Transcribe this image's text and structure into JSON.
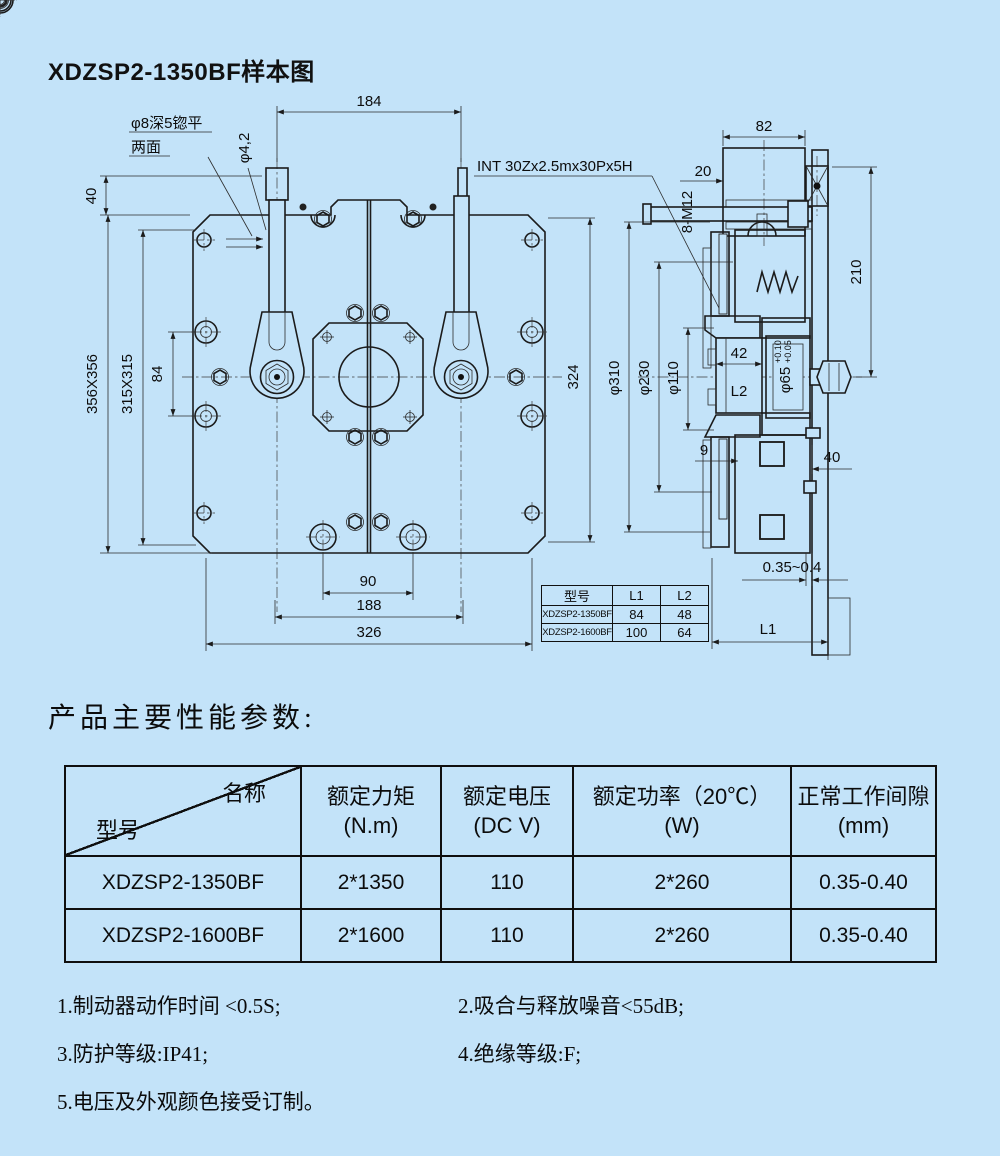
{
  "page": {
    "bg": "#c3e3f9",
    "title": "XDZSP2-1350BF样本图",
    "section_heading": "产品主要性能参数:"
  },
  "drawing": {
    "labels": {
      "d184": "184",
      "hole_note1": "φ8深5锪平",
      "hole_note2": "两面",
      "d42v": "φ4,2",
      "d40": "40",
      "d356": "356X356",
      "d315": "315X315",
      "d84": "84",
      "spline": "INT 30Zx2.5mx30Px5H",
      "d324": "324",
      "d90": "90",
      "d188": "188",
      "d326": "326",
      "d82": "82",
      "d20": "20",
      "m12": "8-M12",
      "d210": "210",
      "dia310": "φ310",
      "dia230": "φ230",
      "dia110": "φ110",
      "d42": "42",
      "l2": "L2",
      "dia65": "φ65",
      "tol1": "+0.10",
      "tol2": "+0.05",
      "d9": "9",
      "d40r": "40",
      "gap": "0.35~0.4",
      "l1": "L1"
    },
    "lx_table": {
      "headers": [
        "型号",
        "L1",
        "L2"
      ],
      "rows": [
        [
          "XDZSP2-1350BF",
          "84",
          "48"
        ],
        [
          "XDZSP2-1600BF",
          "100",
          "64"
        ]
      ]
    }
  },
  "spec_table": {
    "corner_top": "名称",
    "corner_bottom": "型号",
    "columns": [
      {
        "l1": "额定力矩",
        "l2": "(N.m)"
      },
      {
        "l1": "额定电压",
        "l2": "(DC V)"
      },
      {
        "l1": "额定功率（20℃）",
        "l2": "(W)"
      },
      {
        "l1": "正常工作间隙",
        "l2": "(mm)"
      }
    ],
    "rows": [
      [
        "XDZSP2-1350BF",
        "2*1350",
        "110",
        "2*260",
        "0.35-0.40"
      ],
      [
        "XDZSP2-1600BF",
        "2*1600",
        "110",
        "2*260",
        "0.35-0.40"
      ]
    ]
  },
  "notes": [
    "1.制动器动作时间 <0.5S;",
    "2.吸合与释放噪音<55dB;",
    "3.防护等级:IP41;",
    "4.绝缘等级:F;",
    "5.电压及外观颜色接受订制。"
  ]
}
